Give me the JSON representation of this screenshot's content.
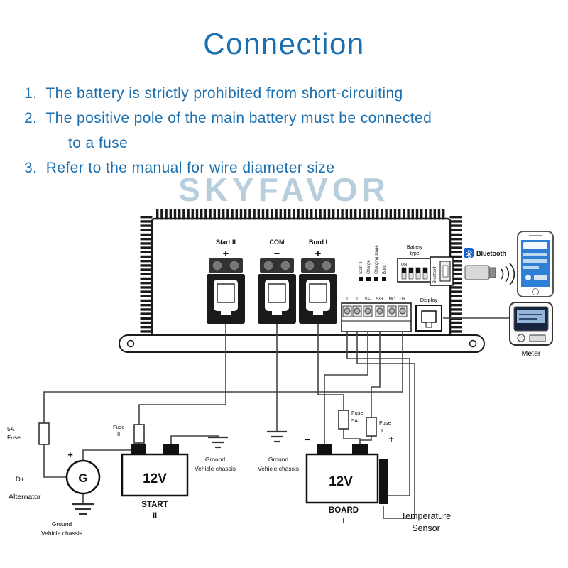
{
  "header": {
    "title": "Connection"
  },
  "instructions": [
    {
      "text": "1.  The battery is strictly prohibited from short-circuiting"
    },
    {
      "text": "2.  The positive pole of the main battery must be connected"
    },
    {
      "text": "to a fuse"
    },
    {
      "text": "3.  Refer to the manual for wire diameter size"
    }
  ],
  "watermark": "SKYFAVOR",
  "colors": {
    "accent_blue": "#1c6fae",
    "watermark_blue": "#b7cedd",
    "phone_screen": "#2e7fd6",
    "bluetooth_blue": "#1464c8"
  },
  "charger": {
    "terminal_labels": [
      "Start II",
      "COM",
      "Bord I"
    ],
    "terminal_signs": [
      "+",
      "−",
      "+"
    ],
    "led_labels": [
      "Start II",
      "Charge",
      "Charging stage",
      "Bord I"
    ],
    "battery_type_line1": "Battery",
    "battery_type_line2": "type",
    "dip_on": "ON",
    "bluetooth_port_label": "Bluetooth",
    "pin_labels": [
      "T",
      "T",
      "Ss-",
      "Ss+",
      "NC",
      "D+"
    ],
    "display_label": "Display"
  },
  "peripherals": {
    "bluetooth_label": "Bluetooth",
    "meter_label": "Meter"
  },
  "circuit": {
    "fuse_alt_line1": "5A",
    "fuse_alt_line2": "Fuse",
    "dplus_label": "D+",
    "alternator_label": "Alternator",
    "alternator_symbol": "G",
    "alt_plus": "+",
    "ground_line1": "Ground",
    "ground_line2": "Vehicle chassis",
    "fuse_start_line1": "Fuse",
    "fuse_start_line2": "II",
    "battery_start_value": "12V",
    "battery_start_name": "START",
    "battery_start_sub": "II",
    "battery_board_value": "12V",
    "battery_board_name": "BOARD",
    "battery_board_sub": "I",
    "board_minus": "−",
    "board_plus": "+",
    "fuse_board_line1": "Fuse",
    "fuse_board_line2": "5A",
    "fuse_sense_line1": "Fuse",
    "fuse_sense_line2": "I",
    "temp_sensor_line1": "Temperature",
    "temp_sensor_line2": "Sensor"
  }
}
